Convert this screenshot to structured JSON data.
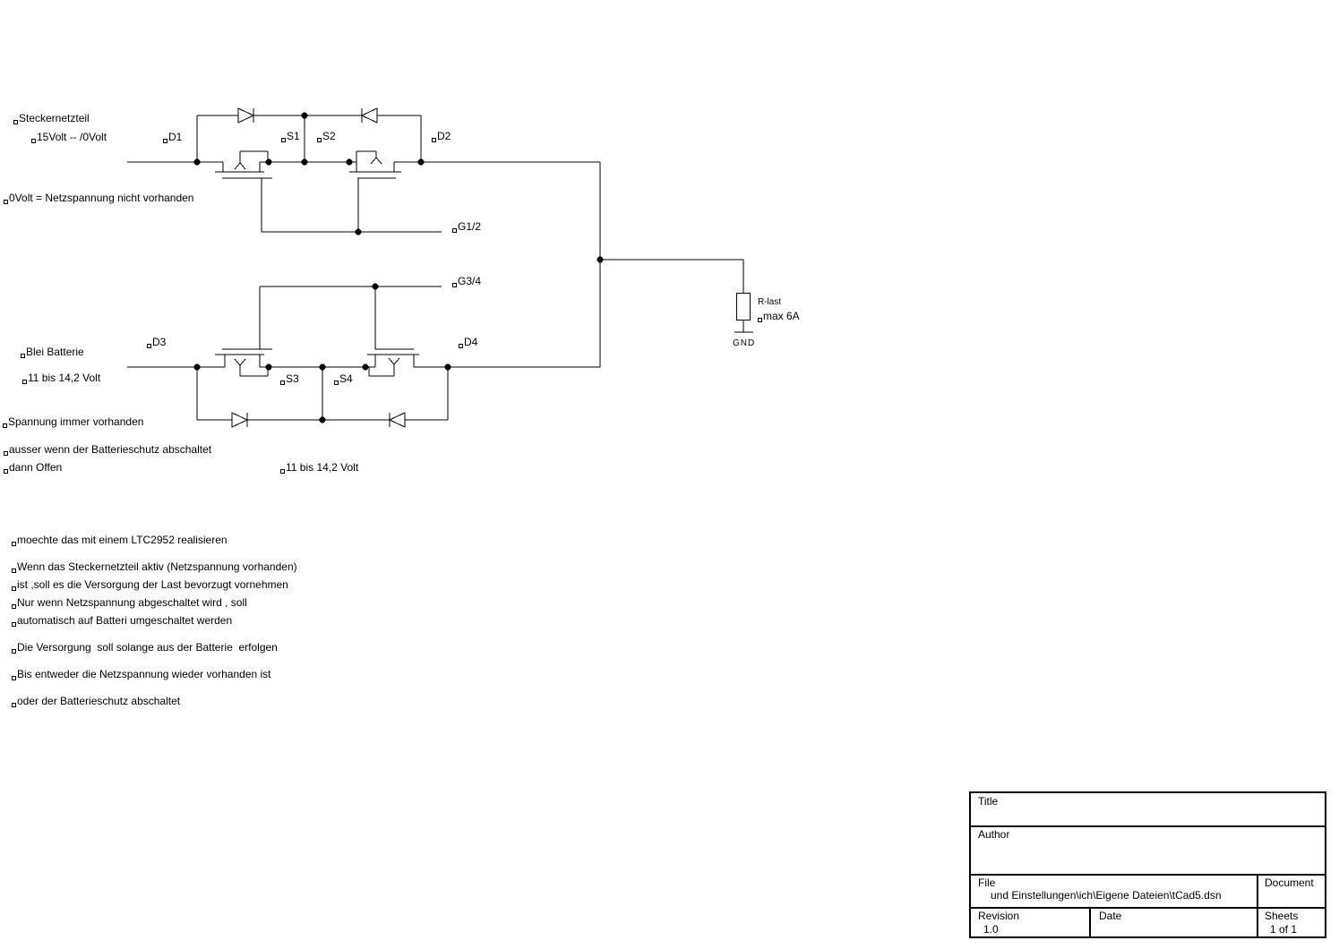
{
  "colors": {
    "ink": "#000000",
    "background": "#ffffff"
  },
  "schematic": {
    "labels": {
      "supply_name": "Steckernetzteil",
      "supply_voltage": "15Volt -- /0Volt",
      "d1": "D1",
      "s1": "S1",
      "s2": "S2",
      "d2": "D2",
      "zero_volt_note": "0Volt = Netzspannung nicht vorhanden",
      "g12": "G1/2",
      "g34": "G3/4",
      "d3": "D3",
      "d4": "D4",
      "s3": "S3",
      "s4": "S4",
      "battery_name": "Blei Batterie",
      "battery_voltage": "11 bis 14,2 Volt",
      "battery_note1": "Spannung immer vorhanden",
      "battery_note2": "ausser wenn der Batterieschutz abschaltet",
      "battery_note3": "dann Offen",
      "battery_voltage2": "11 bis 14,2 Volt",
      "resistor_name": "R-last",
      "resistor_rating": "max 6A",
      "gnd": "GND"
    },
    "notes": [
      "moechte das mit einem LTC2952 realisieren",
      "Wenn das Steckernetzteil aktiv (Netzspannung vorhanden)",
      "ist ,soll es die Versorgung der Last bevorzugt vornehmen",
      "Nur wenn Netzspannung abgeschaltet wird , soll",
      "automatisch auf Batteri umgeschaltet werden",
      "Die Versorgung  soll solange aus der Batterie  erfolgen",
      "Bis entweder die Netzspannung wieder vorhanden ist",
      "oder der Batterieschutz abschaltet"
    ]
  },
  "title_block": {
    "title_label": "Title",
    "author_label": "Author",
    "file_label": "File",
    "file_value": "und Einstellungen\\ich\\Eigene Dateien\\tCad5.dsn",
    "document_label": "Document",
    "revision_label": "Revision",
    "revision_value": "1.0",
    "date_label": "Date",
    "sheets_label": "Sheets",
    "sheets_value": "1 of 1"
  }
}
